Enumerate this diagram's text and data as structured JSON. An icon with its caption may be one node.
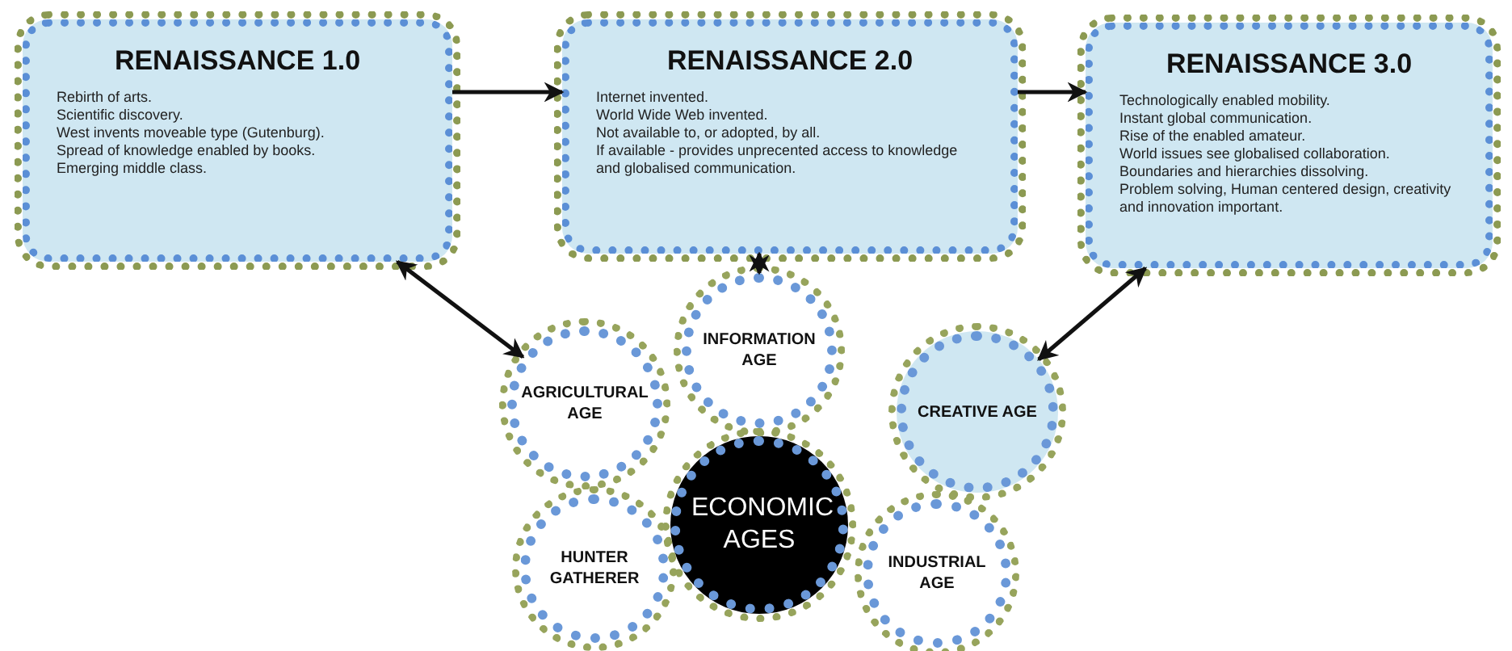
{
  "diagram": {
    "nodes": [
      {
        "text": [
          "RENAISSANCE 1.0",
          "Rebirth of arts.",
          "Scientific discovery.",
          "West invents moveable type (Gutenburg).",
          "Spread of knowledge enabled by books.",
          "Emerging middle class."
        ]
      },
      {
        "text": [
          "RENAISSANCE 2.0",
          "Internet invented.",
          "World Wide Web invented.",
          "Not available to, or adopted, by all.",
          "If available - provides unprecented access to knowledge and globalised communication."
        ]
      },
      {
        "text": [
          "RENAISSANCE 3.0",
          "Technologically enabled mobility.",
          "Instant global communication.",
          "Rise of the enabled amateur.",
          "World issues see globalised collaboration.",
          "Boundaries and hierarchies dissolving.",
          "Problem solving, Human centered design, creativity and innovation important."
        ]
      },
      {
        "text": [
          "INFORMATION AGE"
        ]
      },
      {
        "text": [
          "AGRICULTURAL AGE"
        ]
      },
      {
        "text": [
          "CREATIVE AGE"
        ]
      },
      {
        "text": [
          "ECONOMIC AGES"
        ]
      },
      {
        "text": [
          "HUNTER GATHERER"
        ]
      },
      {
        "text": [
          "INDUSTRIAL AGE"
        ]
      }
    ],
    "edges": [
      {
        "from": 0,
        "to": 1,
        "arrow": "to"
      },
      {
        "from": 1,
        "to": 2,
        "arrow": "to"
      },
      {
        "from": 0,
        "to": 4,
        "arrow": "both"
      },
      {
        "from": 1,
        "to": 3,
        "arrow": "both"
      },
      {
        "from": 2,
        "to": 5,
        "arrow": "both"
      }
    ]
  }
}
